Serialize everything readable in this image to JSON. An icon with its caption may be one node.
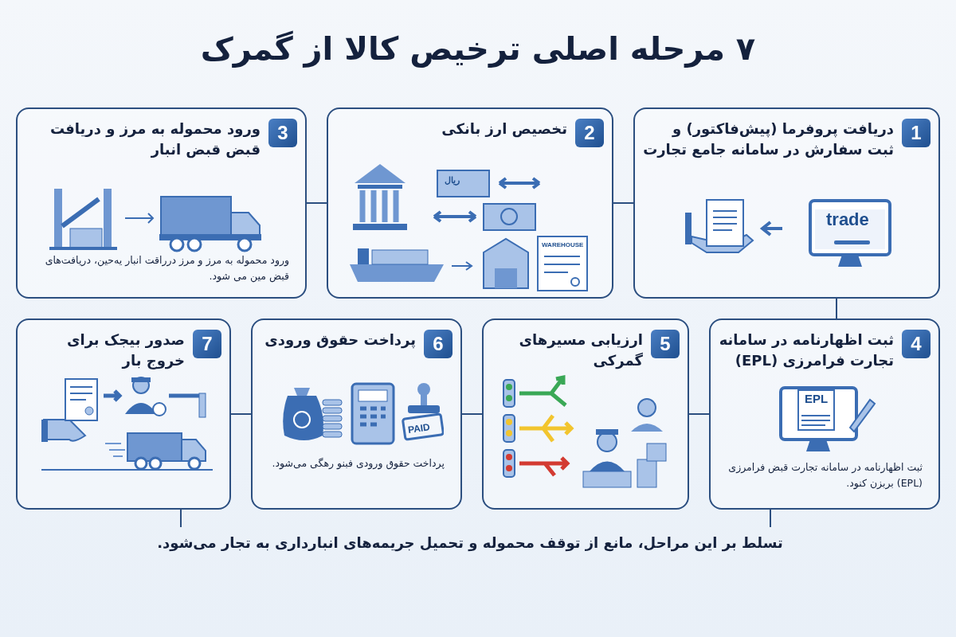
{
  "diagram": {
    "title": "۷ مرحله اصلی ترخیص کالا از گمرک",
    "nodes": [
      {
        "text": [
          "1",
          "دریافت پروفرما (پیش‌فاکتور) و ثبت سفارش در سامانه جامع تجارت"
        ]
      },
      {
        "text": [
          "2",
          "تخصیص ارز بانکی"
        ]
      },
      {
        "text": [
          "3",
          "ورود محموله به مرز و دریافت قبض قبض انبار",
          "ورود محموله به مرز و مرز درراقت انبار یه‌حین، دریافت‌های قبض مین می شود."
        ]
      },
      {
        "text": [
          "4",
          "ثبت اظهارنامه در سامانه تجارت فرامرزی (EPL)",
          "ثبت اظهارنامه در سامانه تجارت قبض فرامرزی (EPL) بربزن کنود."
        ]
      },
      {
        "text": [
          "5",
          "ارزیابی مسیرهای گمرکی"
        ]
      },
      {
        "text": [
          "6",
          "پرداخت حقوق ورودی",
          "پرداخت حقوق ورودی فبنو رهگی می‌شود."
        ]
      },
      {
        "text": [
          "7",
          "صدور بیجک برای خروج بار"
        ]
      },
      {
        "text": [
          "تسلط بر این مراحل، مانع از توقف محموله و تحمیل جریمه‌های انبارداری به تجار می‌شود."
        ]
      }
    ],
    "edges": [
      {
        "from": 0,
        "to": 1,
        "arrow": "none"
      },
      {
        "from": 1,
        "to": 2,
        "arrow": "none"
      },
      {
        "from": 0,
        "to": 3,
        "arrow": "none"
      },
      {
        "from": 3,
        "to": 4,
        "arrow": "none"
      },
      {
        "from": 4,
        "to": 5,
        "arrow": "none"
      },
      {
        "from": 5,
        "to": 6,
        "arrow": "none"
      },
      {
        "from": 3,
        "to": 7,
        "arrow": "none"
      },
      {
        "from": 6,
        "to": 7,
        "arrow": "none"
      }
    ],
    "labels": [
      "trade",
      "ریال",
      "WAREHOUSE",
      "EPL",
      "PAID"
    ]
  }
}
